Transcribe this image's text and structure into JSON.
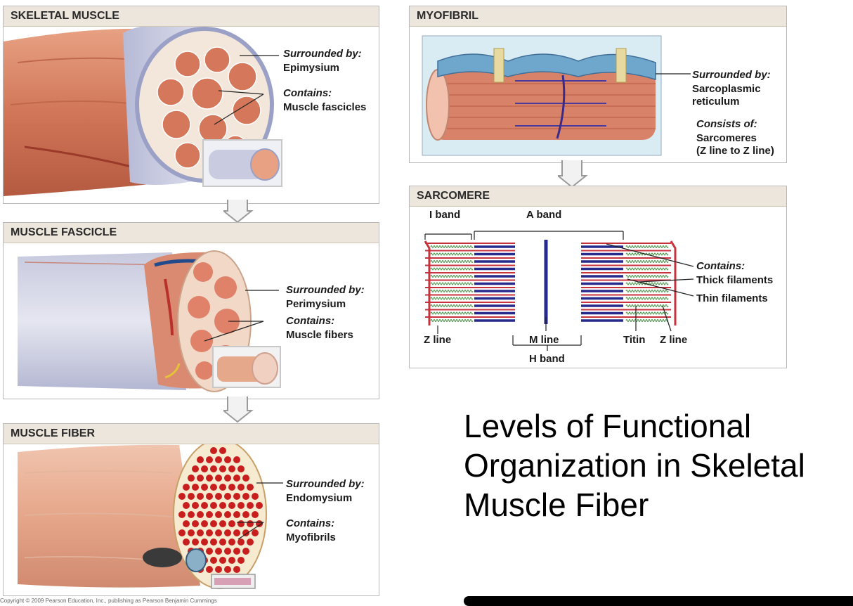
{
  "title": "Levels of Functional Organization in Skeletal Muscle Fiber",
  "title_lines": [
    "Levels of Functional",
    "Organization in Skeletal",
    "Muscle Fiber"
  ],
  "copyright": "Copyright © 2009 Pearson Education, Inc., publishing as Pearson Benjamin Cummings",
  "panels": {
    "skeletal_muscle": {
      "heading": "SKELETAL MUSCLE",
      "surrounded_label": "Surrounded by:",
      "surrounded_value": "Epimysium",
      "contains_label": "Contains:",
      "contains_value": "Muscle fascicles"
    },
    "muscle_fascicle": {
      "heading": "MUSCLE FASCICLE",
      "surrounded_label": "Surrounded by:",
      "surrounded_value": "Perimysium",
      "contains_label": "Contains:",
      "contains_value": "Muscle fibers"
    },
    "muscle_fiber": {
      "heading": "MUSCLE FIBER",
      "surrounded_label": "Surrounded by:",
      "surrounded_value": "Endomysium",
      "contains_label": "Contains:",
      "contains_value": "Myofibrils"
    },
    "myofibril": {
      "heading": "MYOFIBRIL",
      "surrounded_label": "Surrounded by:",
      "surrounded_value_1": "Sarcoplasmic",
      "surrounded_value_2": "reticulum",
      "consists_label": "Consists of:",
      "consists_value_1": "Sarcomeres",
      "consists_value_2": "(Z line to Z line)"
    },
    "sarcomere": {
      "heading": "SARCOMERE",
      "i_band": "I band",
      "a_band": "A band",
      "contains_label": "Contains:",
      "thick_filaments": "Thick filaments",
      "thin_filaments": "Thin filaments",
      "z_line_left": "Z line",
      "m_line": "M line",
      "h_band": "H band",
      "titin": "Titin",
      "z_line_right": "Z line"
    }
  },
  "colors": {
    "muscle": "#d9876a",
    "epimysium": "#c7c9e0",
    "fascicle_dot": "#c45a3c",
    "fiber_dot": "#c81e1e",
    "thick_filament": "#262a8c",
    "thin_filament": "#c8323c",
    "titin": "#3a8a3a",
    "reticulum": "#6fa6cc",
    "panel_header": "#ece6dc"
  }
}
